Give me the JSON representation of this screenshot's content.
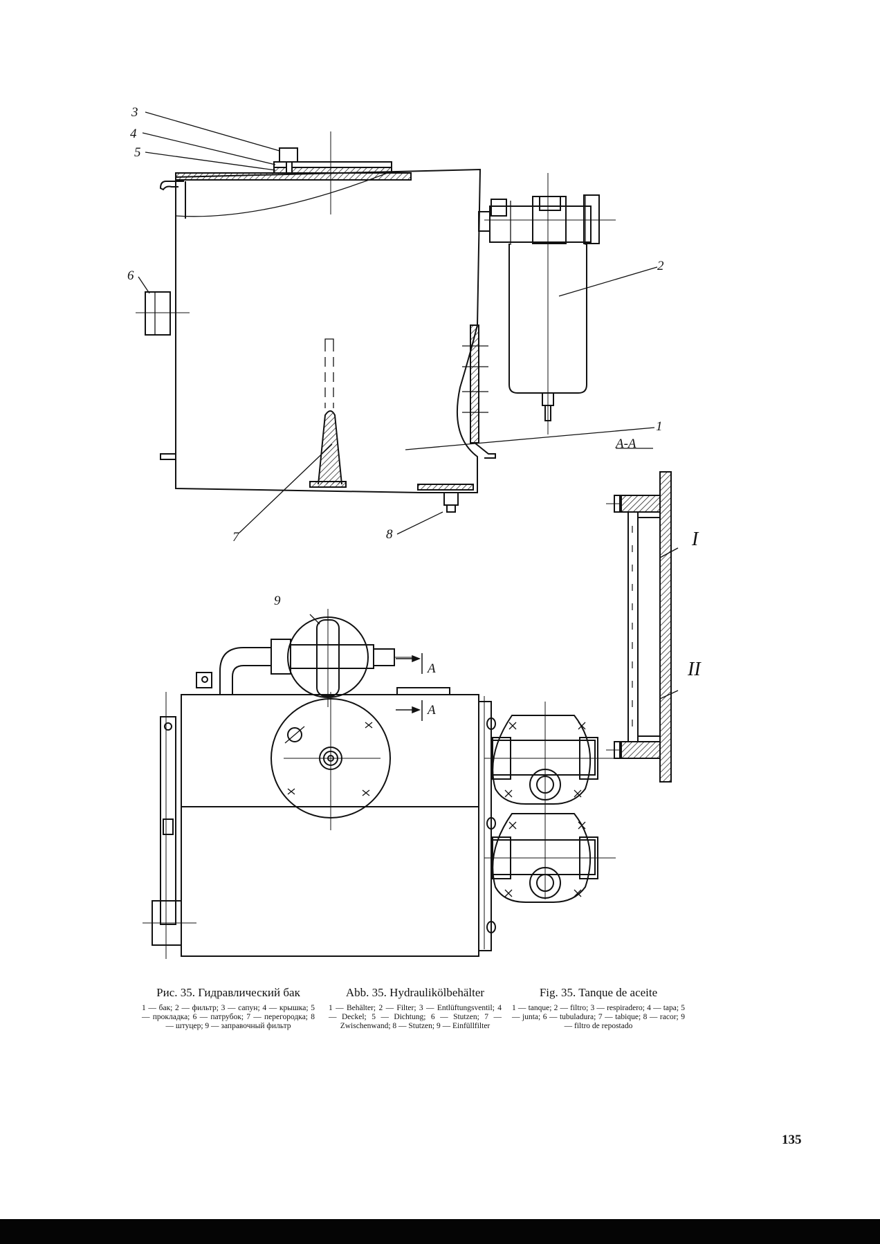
{
  "figure": {
    "labels": {
      "l1": "1",
      "l2": "2",
      "l3": "3",
      "l4": "4",
      "l5": "5",
      "l6": "6",
      "l7": "7",
      "l8": "8",
      "l9": "9",
      "section": "A-A",
      "arrow_a_upper": "A",
      "arrow_a_lower": "A",
      "detail_1": "I",
      "detail_2": "II"
    }
  },
  "captions": {
    "ru": {
      "title": "Рис. 35. Гидравлический бак",
      "body": "1 — бак; 2 — фильтр; 3 — сапун; 4 — крышка; 5 — прокладка; 6 — патрубок; 7 — перегородка; 8 — штуцер; 9 — заправочный фильтр"
    },
    "de": {
      "title": "Abb. 35. Hydraulikölbehälter",
      "body": "1 — Behälter; 2 — Filter; 3 — Entlüftungsventil; 4 — Deckel; 5 — Dichtung; 6 — Stutzen; 7 — Zwischenwand; 8 — Stutzen; 9 — Einfüllfilter"
    },
    "es": {
      "title": "Fig. 35. Tanque de aceite",
      "body": "1 — tanque; 2 — filtro; 3 — respiradero; 4 — tapa; 5 — junta; 6 — tubuladura; 7 — tabique; 8 — racor; 9 — filtro de repostado"
    }
  },
  "page_number": "135"
}
